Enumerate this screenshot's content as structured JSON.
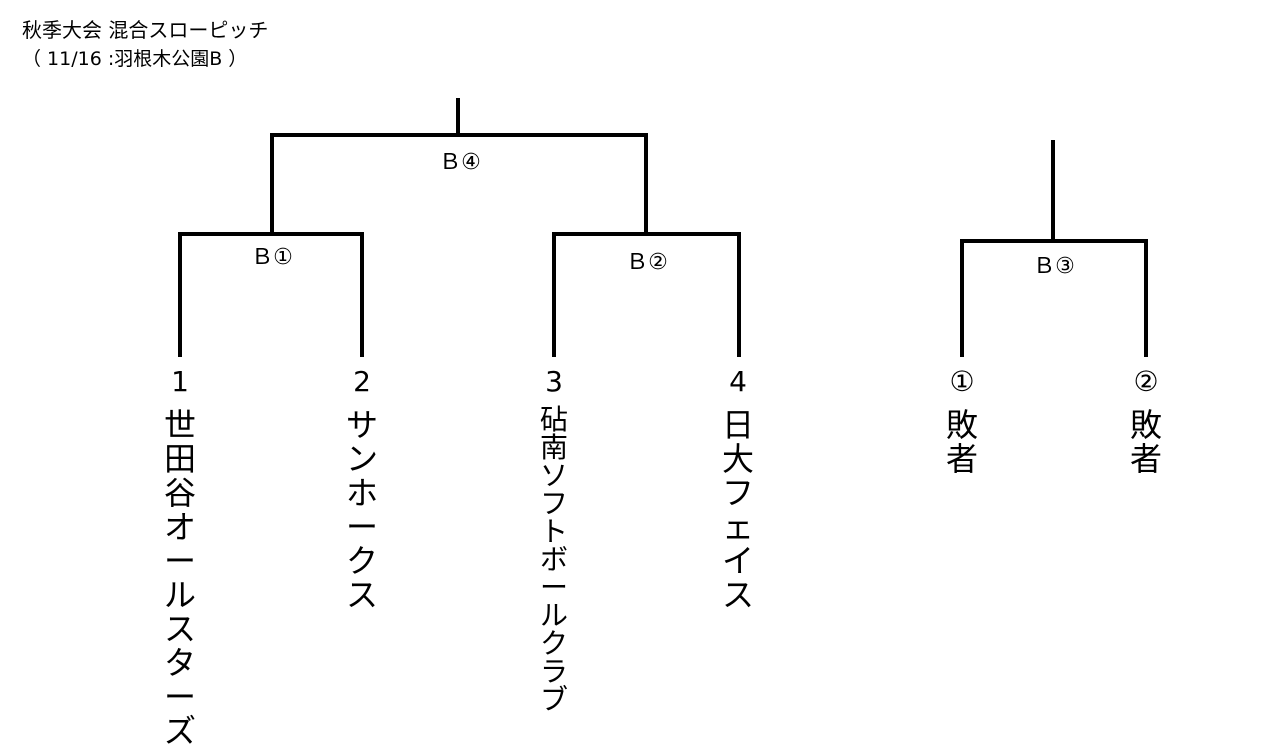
{
  "header": {
    "title": "秋季大会 混合スローピッチ",
    "subtitle": "（ 11/16 :羽根木公園B ）"
  },
  "matches": {
    "b1": "Ｂ①",
    "b2": "Ｂ②",
    "b3": "Ｂ③",
    "b4": "Ｂ④"
  },
  "entries": [
    {
      "seed": "1",
      "team": "世田谷オールスターズ"
    },
    {
      "seed": "2",
      "team": "サンホークス"
    },
    {
      "seed": "3",
      "team": "砧南ソフトボールクラブ"
    },
    {
      "seed": "4",
      "team": "日大フェイス"
    },
    {
      "seed": "①",
      "team": "敗者"
    },
    {
      "seed": "②",
      "team": "敗者"
    }
  ]
}
